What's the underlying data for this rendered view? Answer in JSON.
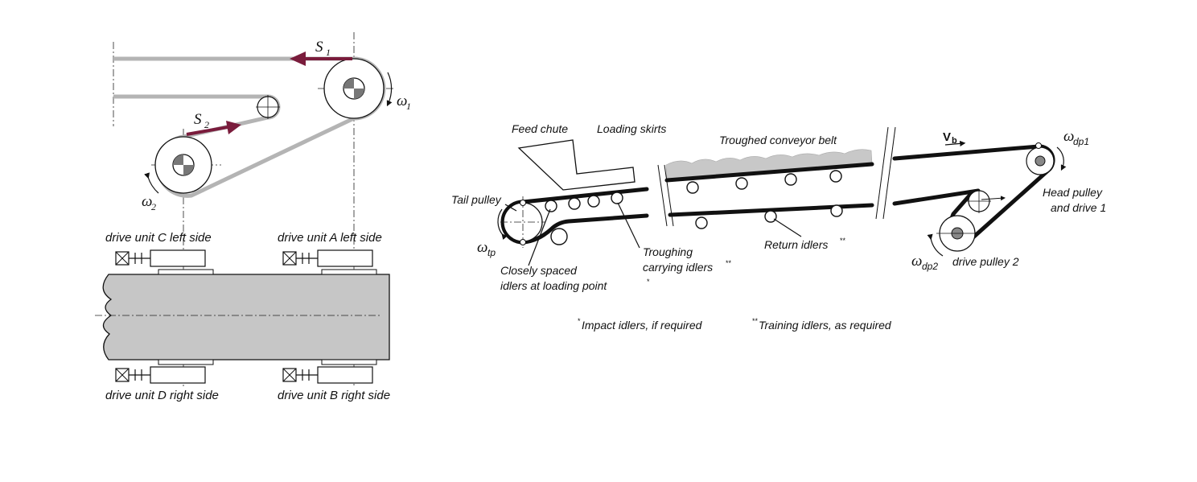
{
  "left_diagram": {
    "force_labels": {
      "s1": "S",
      "s1_sub": "1",
      "s2": "S",
      "s2_sub": "2"
    },
    "omega_labels": {
      "w1": "ω",
      "w1_sub": "1",
      "w2": "ω",
      "w2_sub": "2"
    },
    "drive_units": {
      "c": "drive unit C left side",
      "a": "drive unit A left side",
      "d": "drive unit D right side",
      "b": "drive unit B right side"
    },
    "colors": {
      "belt": "#b4b4b4",
      "force_arrow": "#7a1c3c",
      "belt_plan": "#c6c6c6"
    }
  },
  "right_diagram": {
    "labels": {
      "feed_chute": "Feed chute",
      "loading_skirts": "Loading skirts",
      "troughed_belt": "Troughed conveyor belt",
      "vb": "V",
      "vb_sub": "b",
      "tail_pulley": "Tail pulley",
      "closely_spaced_1": "Closely spaced",
      "closely_spaced_2": "idlers at loading point",
      "troughing_1": "Troughing",
      "troughing_2": "carrying idlers",
      "return_idlers": "Return idlers",
      "head_pulley_1": "Head pulley",
      "head_pulley_2": "and drive 1",
      "drive_pulley_2": "drive pulley 2",
      "omega": "ω",
      "w_tp_sub": "tp",
      "w_dp1_sub": "dp1",
      "w_dp2_sub": "dp2"
    },
    "notes": {
      "impact": "Impact idlers, if required",
      "training": "Training idlers, as required"
    },
    "colors": {
      "belt": "#111111",
      "material": "#c8c8c8"
    }
  }
}
